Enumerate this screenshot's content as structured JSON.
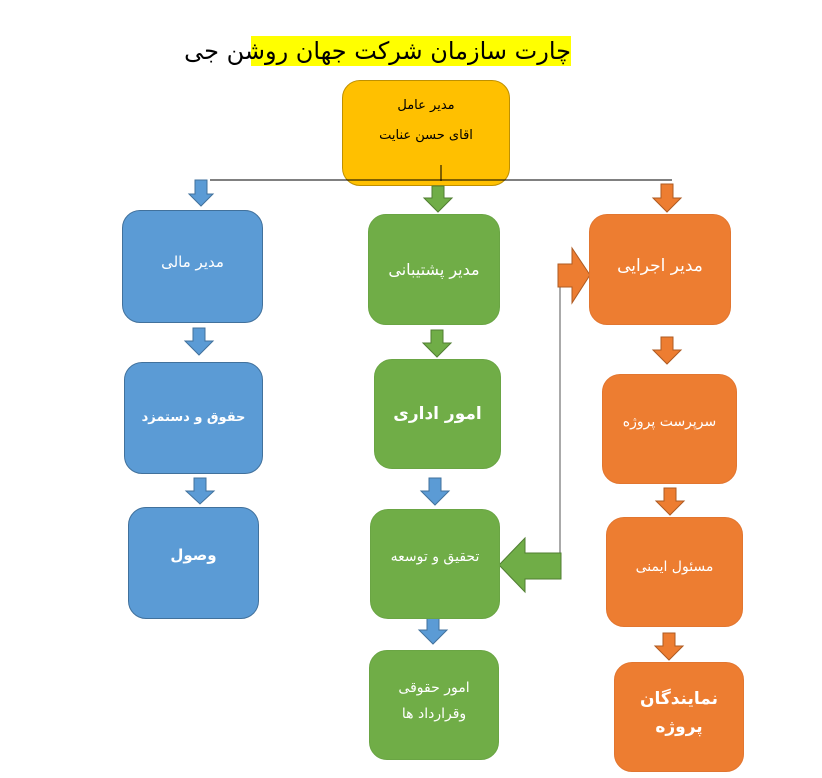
{
  "title": "چارت سازمان شرکت جهان روشن جی",
  "ceo": {
    "role": "مدیر عامل",
    "name": "اقای حسن عنایت"
  },
  "finance": {
    "head": "مدیر مالی",
    "items": [
      "حقوق و دستمزد",
      "وصول"
    ]
  },
  "support": {
    "head": "مدیر پشتیبانی",
    "items": [
      "امور اداری",
      "تحقیق و توسعه"
    ],
    "legal_line1": "امور حقوقی",
    "legal_line2": "وقرارداد ها"
  },
  "executive": {
    "head": "مدیر اجرایی",
    "items": [
      "سرپرست پروژه",
      "مسئول ایمنی"
    ],
    "reps_line1": "نمایندگان",
    "reps_line2": "پروژه"
  },
  "colors": {
    "finance": "#5b9bd5",
    "support": "#70ad47",
    "executive": "#ed7d31",
    "ceo": "#ffc000",
    "title_bg": "#ffff00"
  }
}
